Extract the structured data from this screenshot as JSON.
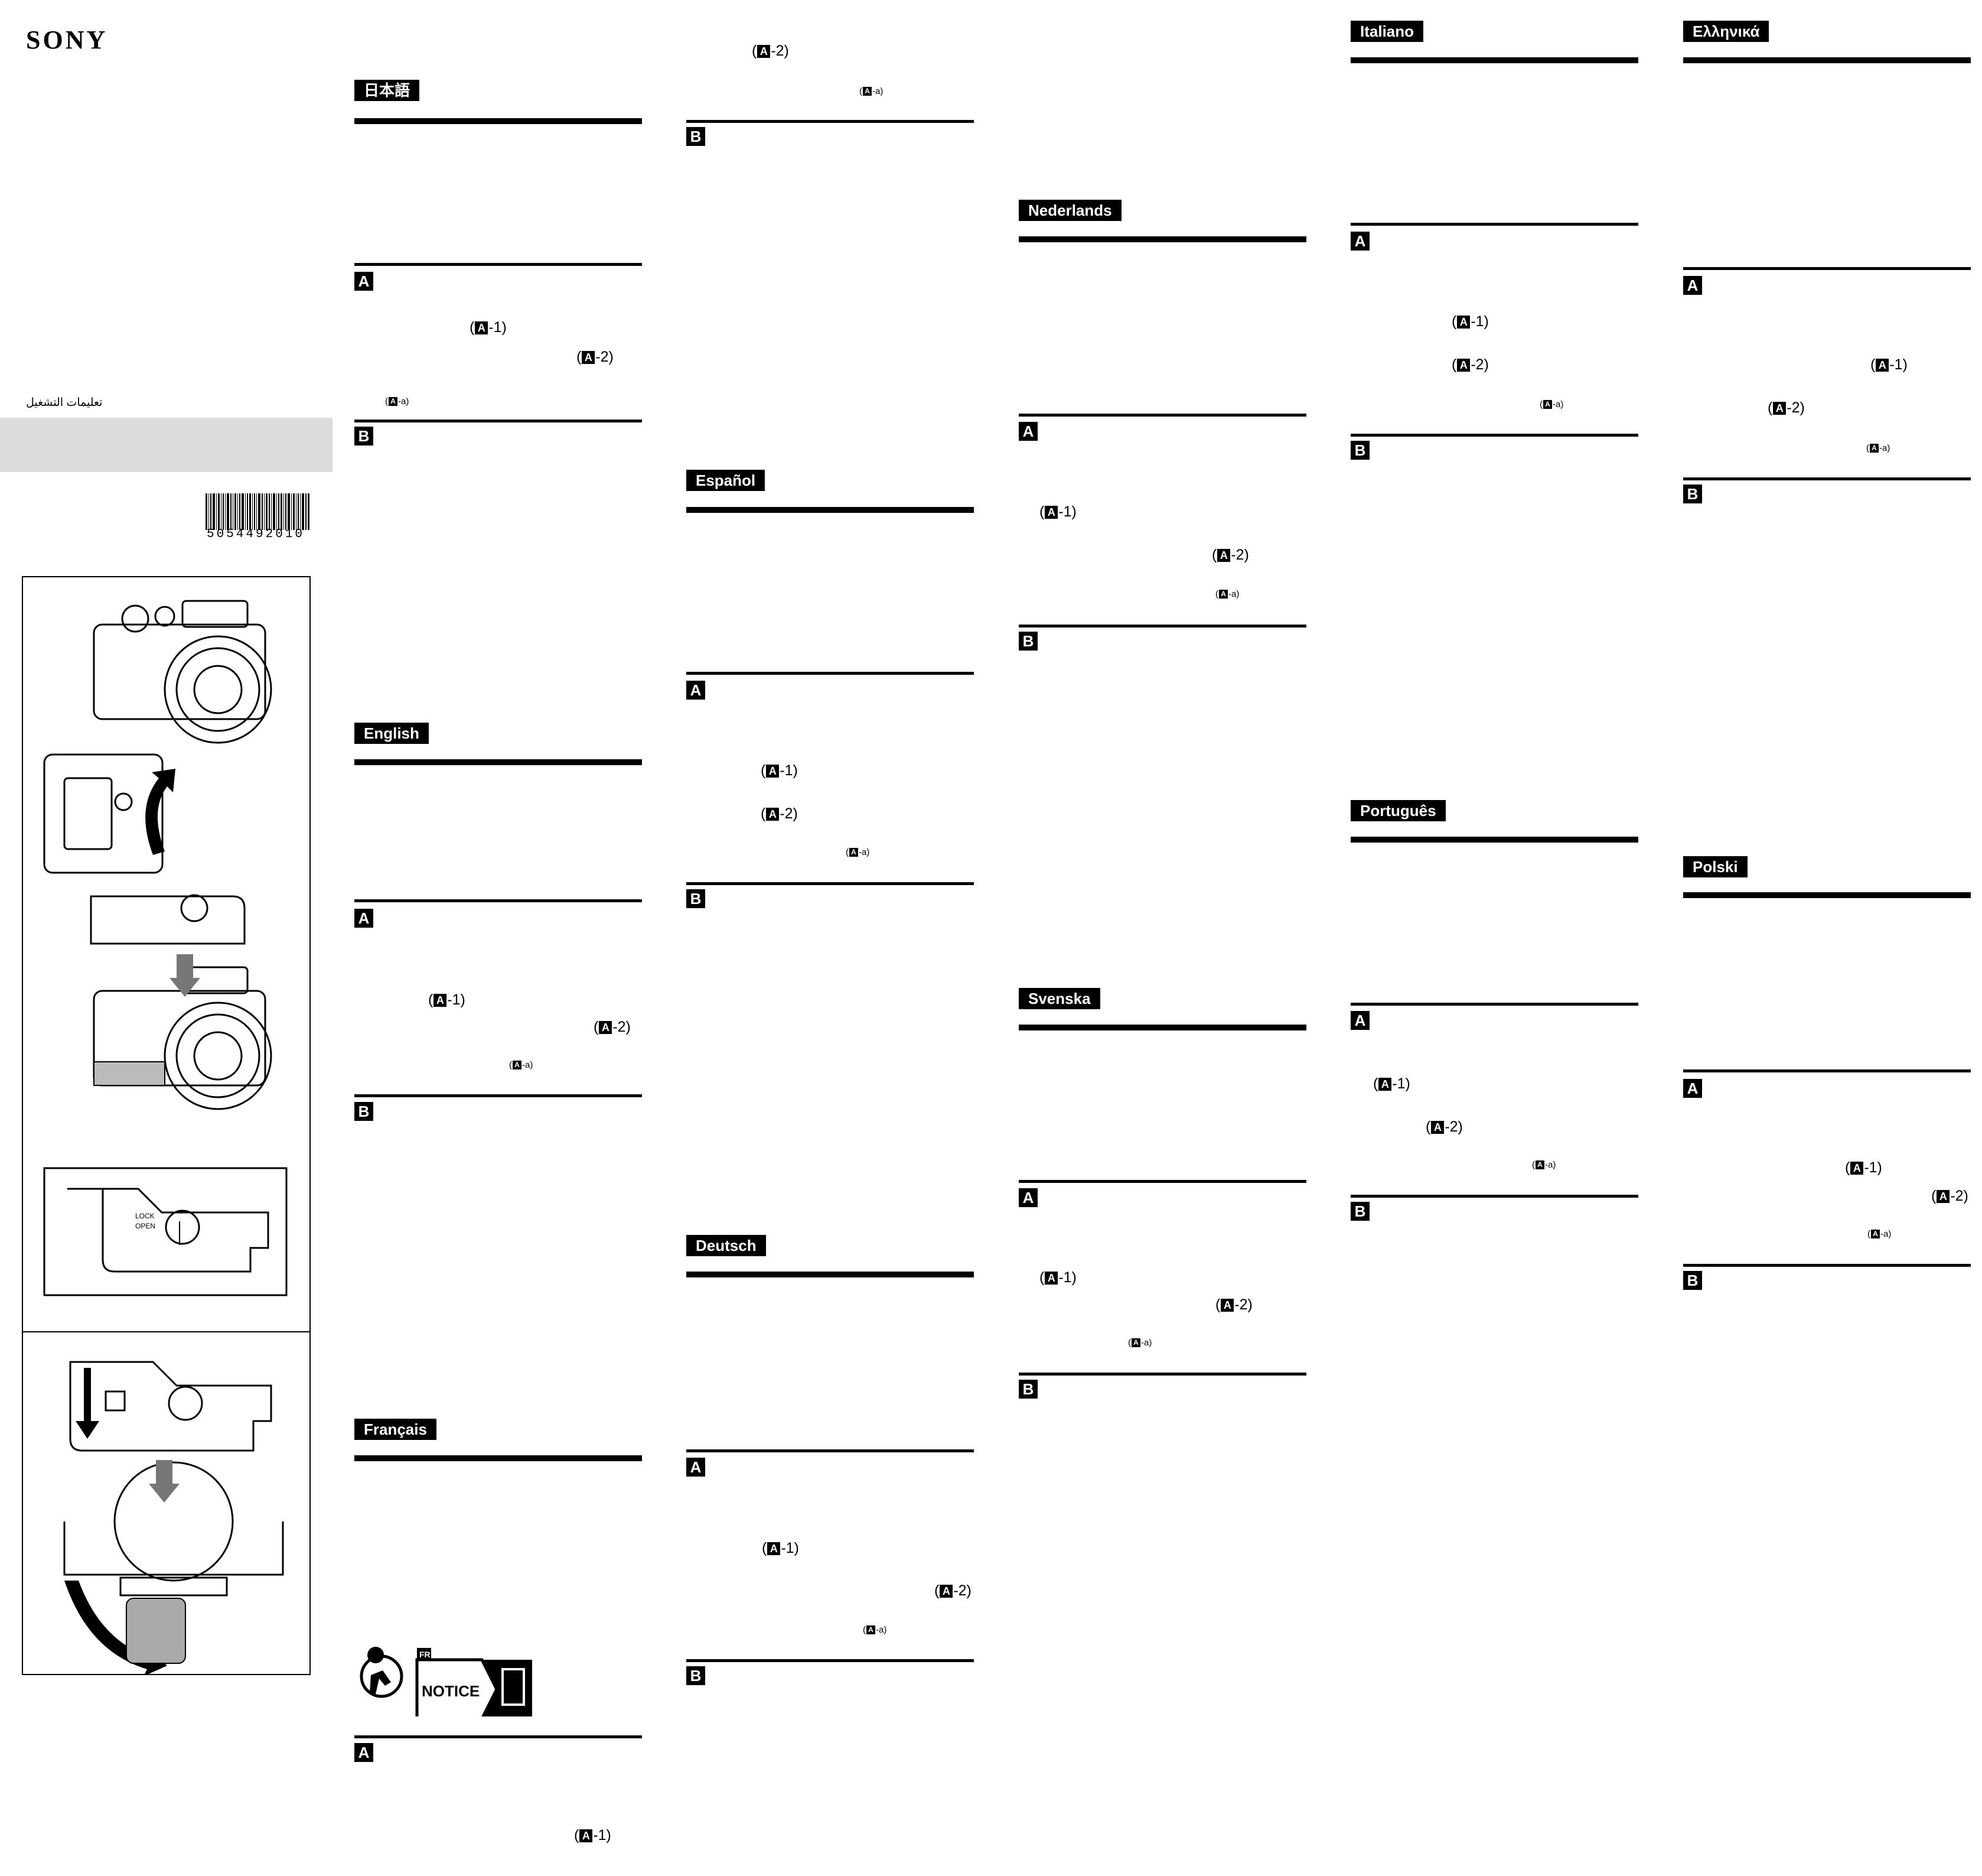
{
  "brand": "SONY",
  "title_arabic": "تعليمات التشغيل",
  "barcode_number": "5054492010",
  "notice": {
    "fr": "FR",
    "label": "NOTICE"
  },
  "illustration_labels": {
    "lock": "LOCK",
    "open": "OPEN"
  },
  "sections": {
    "japanese": {
      "tag": "日本語",
      "a": "A",
      "b": "B",
      "ref1": "-1)",
      "ref2": "-2)",
      "refa": "-a)"
    },
    "english": {
      "tag": "English",
      "a": "A",
      "b": "B",
      "ref1": "-1)",
      "ref2": "-2)",
      "refa": "-a)"
    },
    "francais": {
      "tag": "Français",
      "a": "A",
      "ref1": "-1)"
    },
    "francais_cont": {
      "b": "B",
      "ref2": "-2)",
      "refa": "-a)"
    },
    "espanol": {
      "tag": "Español",
      "a": "A",
      "b": "B",
      "ref1": "-1)",
      "ref2": "-2)",
      "refa": "-a)"
    },
    "deutsch": {
      "tag": "Deutsch",
      "a": "A",
      "b": "B",
      "ref1": "-1)",
      "ref2": "-2)",
      "refa": "-a)"
    },
    "nederlands": {
      "tag": "Nederlands",
      "a": "A",
      "b": "B",
      "ref1": "-1)",
      "ref2": "-2)",
      "refa": "-a)"
    },
    "svenska": {
      "tag": "Svenska",
      "a": "A",
      "b": "B",
      "ref1": "-1)",
      "ref2": "-2)",
      "refa": "-a)"
    },
    "italiano": {
      "tag": "Italiano",
      "a": "A",
      "b": "B",
      "ref1": "-1)",
      "ref2": "-2)",
      "refa": "-a)"
    },
    "portugues": {
      "tag": "Português",
      "a": "A",
      "b": "B",
      "ref1": "-1)",
      "ref2": "-2)",
      "refa": "-a)"
    },
    "greek": {
      "tag": "Ελληνικά",
      "a": "A",
      "b": "B",
      "ref1": "-1)",
      "ref2": "-2)",
      "refa": "-a)"
    },
    "polski": {
      "tag": "Polski",
      "a": "A",
      "b": "B",
      "ref1": "-1)",
      "ref2": "-2)",
      "refa": "-a)"
    }
  }
}
